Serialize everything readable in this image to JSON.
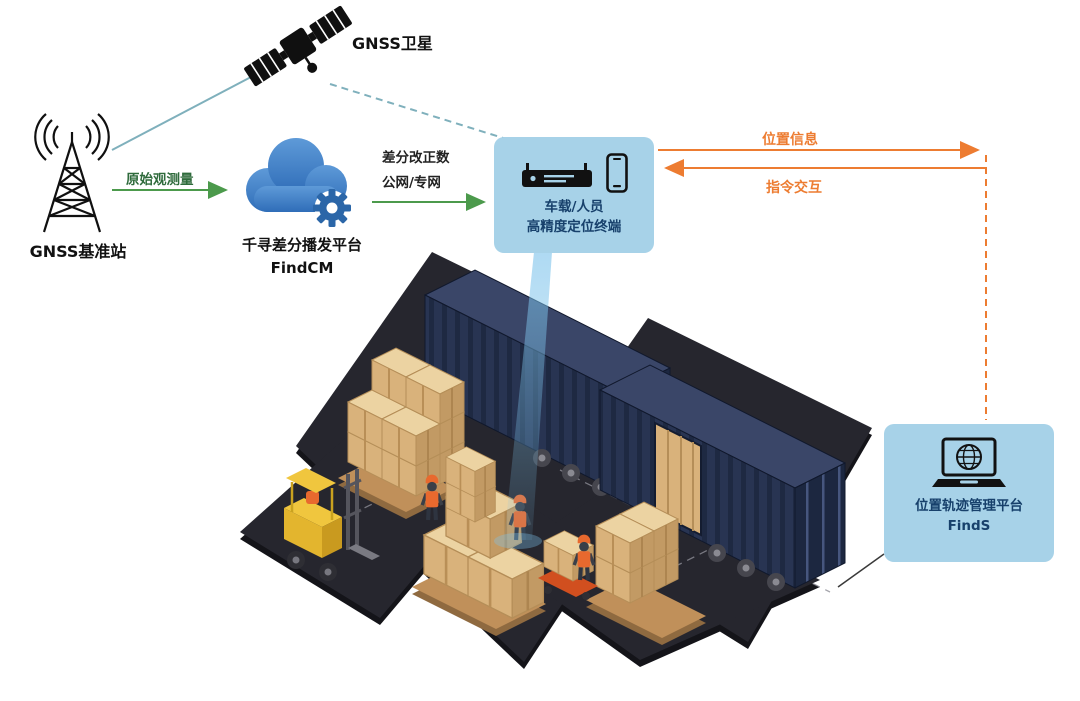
{
  "diagram": {
    "background": "#ffffff",
    "nodes": {
      "satellite": {
        "label": "GNSS卫星",
        "icon": "satellite-icon"
      },
      "base_station": {
        "label": "GNSS基准站",
        "icon": "radio-tower-icon"
      },
      "cloud_platform": {
        "title": "千寻差分播发平台",
        "subtitle": "FindCM",
        "icon": "cloud-gear-icon"
      },
      "terminal": {
        "line1": "车载/人员",
        "line2": "高精度定位终端",
        "icons": [
          "vehicle-terminal-icon",
          "smartphone-icon"
        ]
      },
      "track_platform": {
        "title": "位置轨迹管理平台",
        "subtitle": "FindS",
        "icon": "laptop-globe-icon"
      }
    },
    "links": {
      "satellite_to_base": {
        "style": "solid-teal-line"
      },
      "satellite_to_terminal": {
        "style": "dashed-teal-line"
      },
      "raw_observation": {
        "label": "原始观测量",
        "style": "solid-green-arrow"
      },
      "differential_correction": {
        "label_line1": "差分改正数",
        "label_line2": "公网/专网",
        "style": "solid-green-arrow"
      },
      "position_info": {
        "label": "位置信息",
        "style": "solid-orange-arrow-right"
      },
      "command_interaction": {
        "label": "指令交互",
        "style": "solid-orange-arrow-left"
      },
      "terminal_to_track_platform": {
        "style": "dashed-orange-line"
      }
    },
    "colors": {
      "panel_bg": "#a7d2e8",
      "panel_text": "#17406b",
      "teal_line": "#7fb0bc",
      "green_arrow": "#4c9a4c",
      "green_label": "#2f6b3c",
      "orange": "#ed7c31",
      "cloud_blue": "#2f6db8",
      "gear_blue": "#2b66a8",
      "icon_black": "#111111",
      "container_navy": "#283452",
      "platform_dark": "#26262e",
      "crate_tan": "#d9b27b",
      "forklift_yellow": "#e3b52e",
      "beam_blue": "#7dc3eb"
    },
    "scene": {
      "description": "isometric warehouse yard: two navy shipping containers, tan crate pallets, yellow forklift, three workers, blue positioning beam from terminal onto a worker"
    }
  }
}
